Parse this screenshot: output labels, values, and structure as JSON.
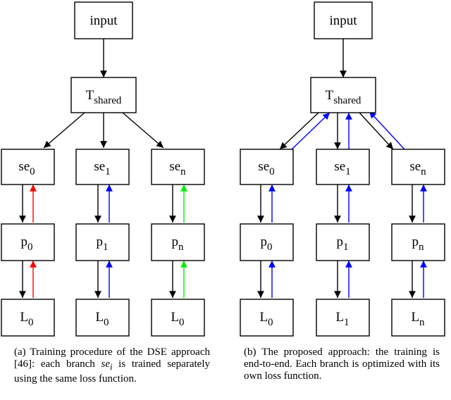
{
  "colors": {
    "forward": "#000000",
    "red": "#ff0000",
    "blue": "#0000ff",
    "green": "#00ee00"
  },
  "panel_a": {
    "input": {
      "base": "input",
      "sub": ""
    },
    "shared": {
      "base": "T",
      "sub": "shared"
    },
    "branches": [
      {
        "se": {
          "base": "se",
          "sub": "0"
        },
        "p": {
          "base": "p",
          "sub": "0"
        },
        "L": {
          "base": "L",
          "sub": "0"
        },
        "back_color": "red"
      },
      {
        "se": {
          "base": "se",
          "sub": "1"
        },
        "p": {
          "base": "p",
          "sub": "1"
        },
        "L": {
          "base": "L",
          "sub": "0"
        },
        "back_color": "blue"
      },
      {
        "se": {
          "base": "se",
          "sub": "n"
        },
        "p": {
          "base": "p",
          "sub": "n"
        },
        "L": {
          "base": "L",
          "sub": "0"
        },
        "back_color": "green"
      }
    ],
    "caption": {
      "pre": "(a) Training procedure of the DSE approach [46]: each branch ",
      "math": "se",
      "math_sub": "i",
      "post": " is trained separately using the same loss function."
    }
  },
  "panel_b": {
    "input": {
      "base": "input",
      "sub": ""
    },
    "shared": {
      "base": "T",
      "sub": "shared"
    },
    "branches": [
      {
        "se": {
          "base": "se",
          "sub": "0"
        },
        "p": {
          "base": "p",
          "sub": "0"
        },
        "L": {
          "base": "L",
          "sub": "0"
        },
        "back_color": "blue"
      },
      {
        "se": {
          "base": "se",
          "sub": "1"
        },
        "p": {
          "base": "p",
          "sub": "1"
        },
        "L": {
          "base": "L",
          "sub": "1"
        },
        "back_color": "blue"
      },
      {
        "se": {
          "base": "se",
          "sub": "n"
        },
        "p": {
          "base": "p",
          "sub": "n"
        },
        "L": {
          "base": "L",
          "sub": "n"
        },
        "back_color": "blue"
      }
    ],
    "caption": {
      "text": "(b) The proposed approach: the training is end-to-end. Each branch is optimized with its own loss function."
    }
  }
}
